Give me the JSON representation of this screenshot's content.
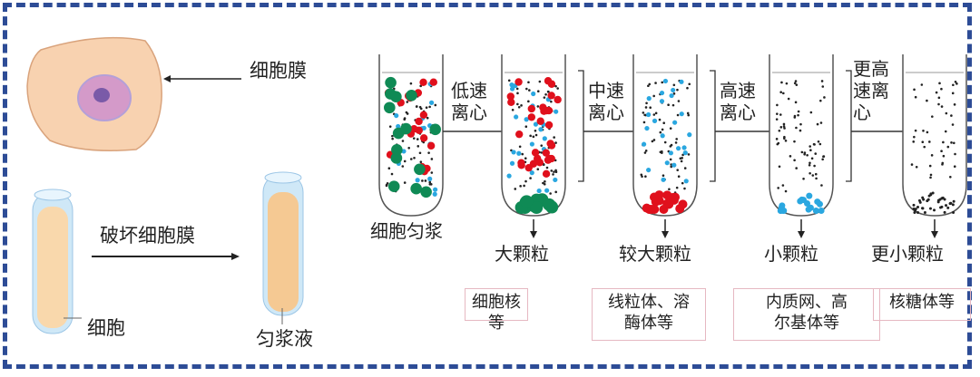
{
  "left_panel": {
    "membrane_label": "细胞膜",
    "process_label": "破坏细胞膜",
    "cells_label": "细胞",
    "homogenate_label": "匀浆液"
  },
  "right_panel": {
    "homogenate_tube_label": "细胞匀浆",
    "steps": [
      {
        "speed": [
          "低速",
          "离心"
        ],
        "product": "大颗粒",
        "examples": [
          "细胞核等"
        ]
      },
      {
        "speed": [
          "中速",
          "离心"
        ],
        "product": "较大颗粒",
        "examples": [
          "线粒体、溶",
          "酶体等"
        ]
      },
      {
        "speed": [
          "高速",
          "离心"
        ],
        "product": "小颗粒",
        "examples": [
          "内质网、高",
          "尔基体等"
        ]
      },
      {
        "speed": [
          "更高",
          "速离",
          "心"
        ],
        "product": "更小颗粒",
        "examples": [
          "核糖体等"
        ]
      }
    ]
  },
  "colors": {
    "frame": "#2d4c96",
    "green": "#0f8a55",
    "red": "#e0101c",
    "blue": "#2aa7e0",
    "cell": "#f7cfa8"
  }
}
